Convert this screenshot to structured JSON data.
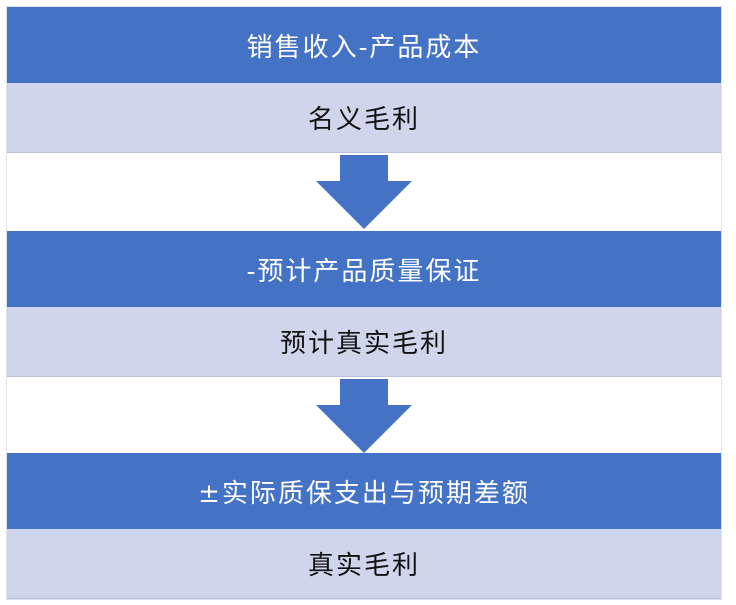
{
  "steps": [
    {
      "header": "销售收入-产品成本",
      "result": "名义毛利"
    },
    {
      "header": "-预计产品质量保证",
      "result": "预计真实毛利"
    },
    {
      "header": "±实际质保支出与预期差额",
      "result": "真实毛利"
    }
  ],
  "colors": {
    "header_fill": "#4472c4",
    "result_fill": "#cfd5ea",
    "arrow_fill": "#4472c4"
  }
}
